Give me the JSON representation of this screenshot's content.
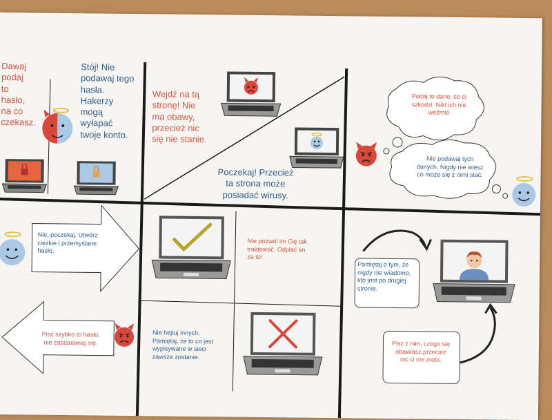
{
  "panel1": {
    "devil_text": [
      "Dawaj",
      "podaj",
      "to",
      "hasło,",
      "na co",
      "czekasz."
    ],
    "angel_text": [
      "Stój! Nie",
      "podawaj tego",
      "hasła.",
      "Hakerzy",
      "mogą",
      "wyłapać",
      "twoje konto."
    ]
  },
  "panel2": {
    "devil_text": [
      "Wejdź na tą",
      "stronę! Nie",
      "ma obawy,",
      "przecież nic",
      "się nie stanie."
    ],
    "angel_text": [
      "Poczekaj! Przecież",
      "ta strona może",
      "posiadać wirusy."
    ]
  },
  "panel3": {
    "devil_cloud": [
      "Podaj te dane, co ci",
      "szkodzi. Nikt ich nie",
      "weźmie"
    ],
    "angel_cloud": [
      "Nie podawaj tych",
      "danych. Nigdy nie wiesz",
      "co może się z nimi stać."
    ]
  },
  "panel4": {
    "angel_arrow": [
      "Nie, poczekaj. Utwórz",
      "ciężkie i przemyślane",
      "hasło."
    ],
    "devil_arrow": [
      "Pisz szybko to hasło,",
      "nie zastanawiaj się."
    ]
  },
  "panel5": {
    "devil_text": [
      "Nie pozwól im Cię tak",
      "traktować. Odpłać im",
      "za to!"
    ],
    "angel_text": [
      "Nie hejtuj innych.",
      "Pamiętaj, że to co jest",
      "wypisywane w sieci",
      "zawsze zostanie."
    ]
  },
  "panel6": {
    "angel_box": [
      "Pamiętaj o tym, że",
      "nigdy nie wiadomo,",
      "kto jest po drugiej",
      "stronie."
    ],
    "devil_box": [
      "Pisz z nim, czego się",
      "obawiasz,przecież",
      "nic ci nie zrobi."
    ]
  },
  "colors": {
    "devil": "#d9473a",
    "angel": "#a9c9e6",
    "red_text": "#d9533d",
    "blue_text": "#2f5d8c"
  }
}
